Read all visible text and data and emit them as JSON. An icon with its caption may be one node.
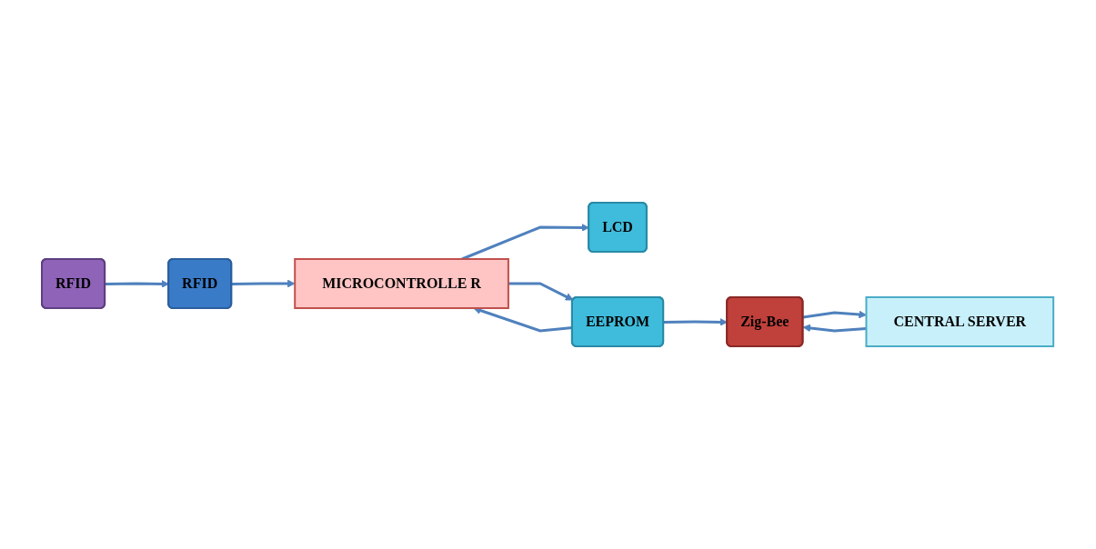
{
  "diagram": {
    "nodes": [
      {
        "text": [
          "RFID"
        ]
      },
      {
        "text": [
          "RFID"
        ]
      },
      {
        "text": [
          "MICROCONTROLLE R"
        ]
      },
      {
        "text": [
          "LCD"
        ]
      },
      {
        "text": [
          "EEPROM"
        ]
      },
      {
        "text": [
          "CENTRAL SERVER"
        ]
      },
      {
        "text": [
          "Zig-Bee"
        ]
      }
    ],
    "edges": [
      {
        "from": 0,
        "to": 1,
        "arrow": "to"
      },
      {
        "from": 1,
        "to": 2,
        "arrow": "to"
      },
      {
        "from": 2,
        "to": 3,
        "arrow": "to"
      },
      {
        "from": 2,
        "to": 4,
        "arrow": "to"
      },
      {
        "from": 5,
        "to": 6,
        "arrow": "to"
      },
      {
        "from": 6,
        "to": 5,
        "arrow": "to"
      },
      {
        "from": 4,
        "to": 6,
        "arrow": "to"
      },
      {
        "from": 4,
        "to": 2,
        "arrow": "to"
      }
    ]
  }
}
